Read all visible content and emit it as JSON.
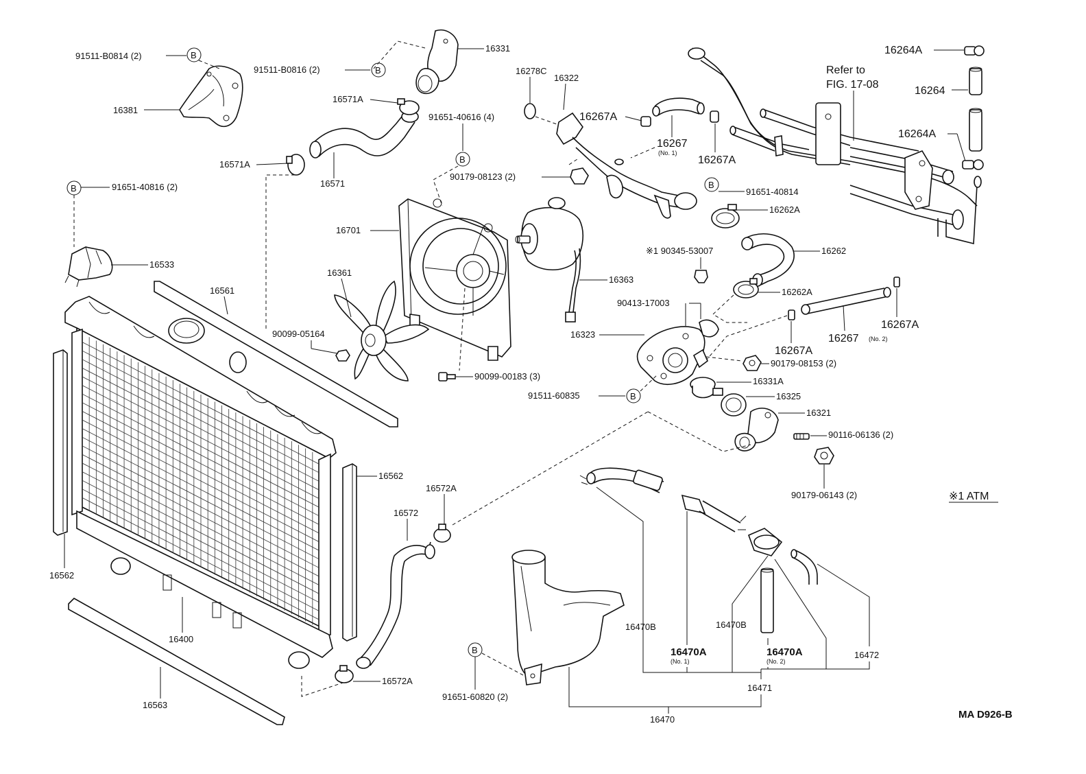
{
  "labels": {
    "p91511_b0814": "91511-B0814 (2)",
    "p16381": "16381",
    "p91511_b0816": "91511-B0816 (2)",
    "p16331": "16331",
    "p16571a_top": "16571A",
    "p16571a_left": "16571A",
    "p16571": "16571",
    "p91651_40616": "91651-40616 (4)",
    "p16278c": "16278C",
    "p16322": "16322",
    "p16267a_1": "16267A",
    "p16267_no1": "16267",
    "p16267_no1_sub": "(No. 1)",
    "p16267a_2": "16267A",
    "p90179_08123": "90179-08123 (2)",
    "p91651_40814": "91651-40814",
    "p16262a_1": "16262A",
    "p16262": "16262",
    "p90345_53007": "※1 90345-53007",
    "p16262a_2": "16262A",
    "p90413_17003": "90413-17003",
    "p16267a_3": "16267A",
    "p16267_no2": "16267",
    "p16267_no2_sub": "(No. 2)",
    "p16267a_4": "16267A",
    "p16323": "16323",
    "p90179_08153": "90179-08153 (2)",
    "p16331a": "16331A",
    "p16325": "16325",
    "p16321": "16321",
    "p90116_06136": "90116-06136 (2)",
    "p90179_06143": "90179-06143 (2)",
    "atm_note": "※1 ATM",
    "p16264a_1": "16264A",
    "p16264": "16264",
    "p16264a_2": "16264A",
    "refer_line1": "Refer to",
    "refer_line2": "FIG. 17-08",
    "p91651_40816": "91651-40816 (2)",
    "p16533": "16533",
    "p16561": "16561",
    "p16701": "16701",
    "p16363": "16363",
    "p16361": "16361",
    "p90099_05164": "90099-05164",
    "p90099_00183": "90099-00183 (3)",
    "p91511_60835": "91511-60835",
    "p16562_right": "16562",
    "p16562_left": "16562",
    "p16572a_top": "16572A",
    "p16572": "16572",
    "p16400": "16400",
    "p16572a_bot": "16572A",
    "p16563": "16563",
    "p91651_60820": "91651-60820 (2)",
    "p16470": "16470",
    "p16471": "16471",
    "p16470b_1": "16470B",
    "p16470a_no1": "16470A",
    "p16470a_no1_sub": "(No. 1)",
    "p16470b_2": "16470B",
    "p16470a_no2": "16470A",
    "p16470a_no2_sub": "(No. 2)",
    "p16472": "16472",
    "b_symbol": "B",
    "figure_code": "MA D926-B"
  }
}
